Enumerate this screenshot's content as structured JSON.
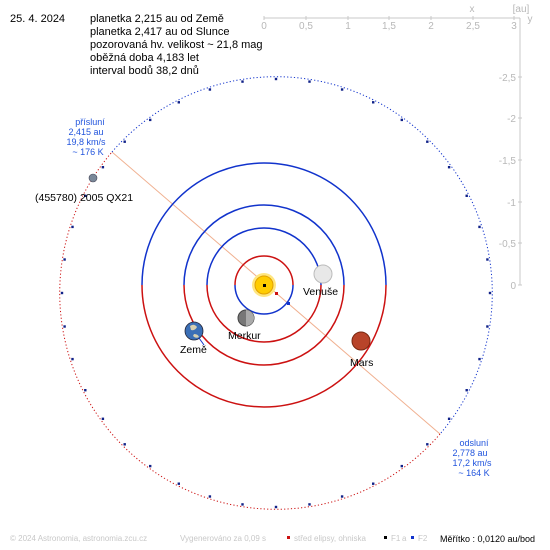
{
  "date": "25. 4. 2024",
  "info": {
    "line1": "planetka 2,215 au od Země",
    "line2": "planetka 2,417 au od Slunce",
    "line3": "pozorovaná hv. velikost ~ 21,8 mag",
    "line4": "oběžná doba 4,183 let",
    "line5": "interval bodů 38,2 dnů"
  },
  "perihelion": {
    "title": "přísluní",
    "distance": "2,415 au",
    "speed": "19,8 km/s",
    "temp": "~ 176 K"
  },
  "aphelion": {
    "title": "odsluní",
    "distance": "2,778 au",
    "speed": "17,2 km/s",
    "temp": "~ 164 K"
  },
  "asteroid_name": "(455780) 2005 QX21",
  "planets": {
    "venus": "Venuše",
    "mercury": "Merkur",
    "earth": "Země",
    "mars": "Mars"
  },
  "x_axis": {
    "unit": "[au]",
    "x_label": "x",
    "ticks": [
      "0",
      "0,5",
      "1",
      "1,5",
      "2",
      "2,5",
      "3"
    ]
  },
  "y_axis": {
    "y_label": "y",
    "ticks": [
      "-2,5",
      "-2",
      "-1,5",
      "-1",
      "-0,5",
      "0"
    ]
  },
  "footer": {
    "copyright": "© 2024 Astronomia, astronomia.zcu.cz",
    "generated": "Vygenerováno za 0,09 s",
    "center_legend": "střed elipsy, ohniska",
    "f1": "F1",
    "a": "a",
    "f2": "F2",
    "scale": "Měřítko : 0,0120 au/bod"
  },
  "colors": {
    "orbit_red": "#cc1111",
    "orbit_blue": "#1133cc",
    "asteroid_dots": "#112288",
    "apse_line": "#f0b090",
    "label_blue": "#2255dd",
    "sun": "#ffcc00"
  }
}
